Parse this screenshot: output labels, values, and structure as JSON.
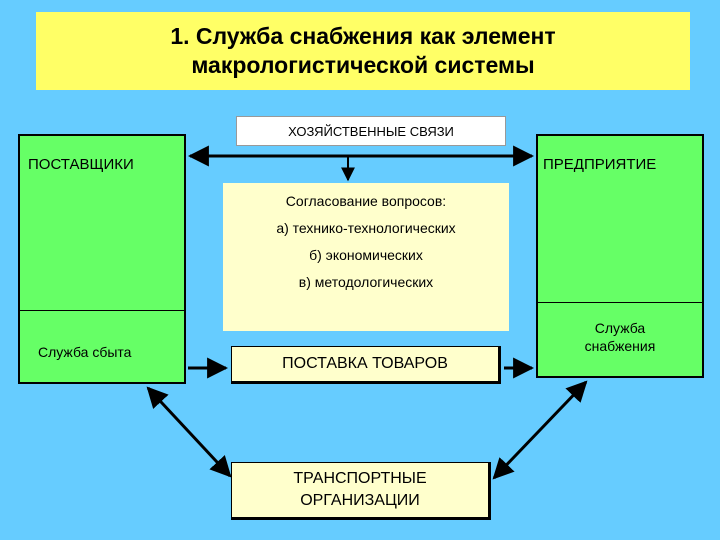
{
  "title": {
    "line1": "1. Служба снабжения как элемент",
    "line2": "макрологистической системы"
  },
  "suppliers": {
    "label": "ПОСТАВЩИКИ",
    "sub_label": "Служба сбыта"
  },
  "enterprise": {
    "label": "ПРЕДПРИЯТИЕ",
    "sub_label_line1": "Служба",
    "sub_label_line2": "снабжения"
  },
  "economic_links": "ХОЗЯЙСТВЕННЫЕ СВЯЗИ",
  "agreement": {
    "heading": "Согласование вопросов:",
    "items": [
      "а) технико-технологических",
      "б) экономических",
      "в) методологических"
    ]
  },
  "goods_delivery": "ПОСТАВКА ТОВАРОВ",
  "transport": {
    "line1": "ТРАНСПОРТНЫЕ",
    "line2": "ОРГАНИЗАЦИИ"
  },
  "colors": {
    "background": "#66CCFF",
    "title_fill": "#FFFF66",
    "green_fill": "#66FF66",
    "cream_fill": "#FFFFCC"
  }
}
